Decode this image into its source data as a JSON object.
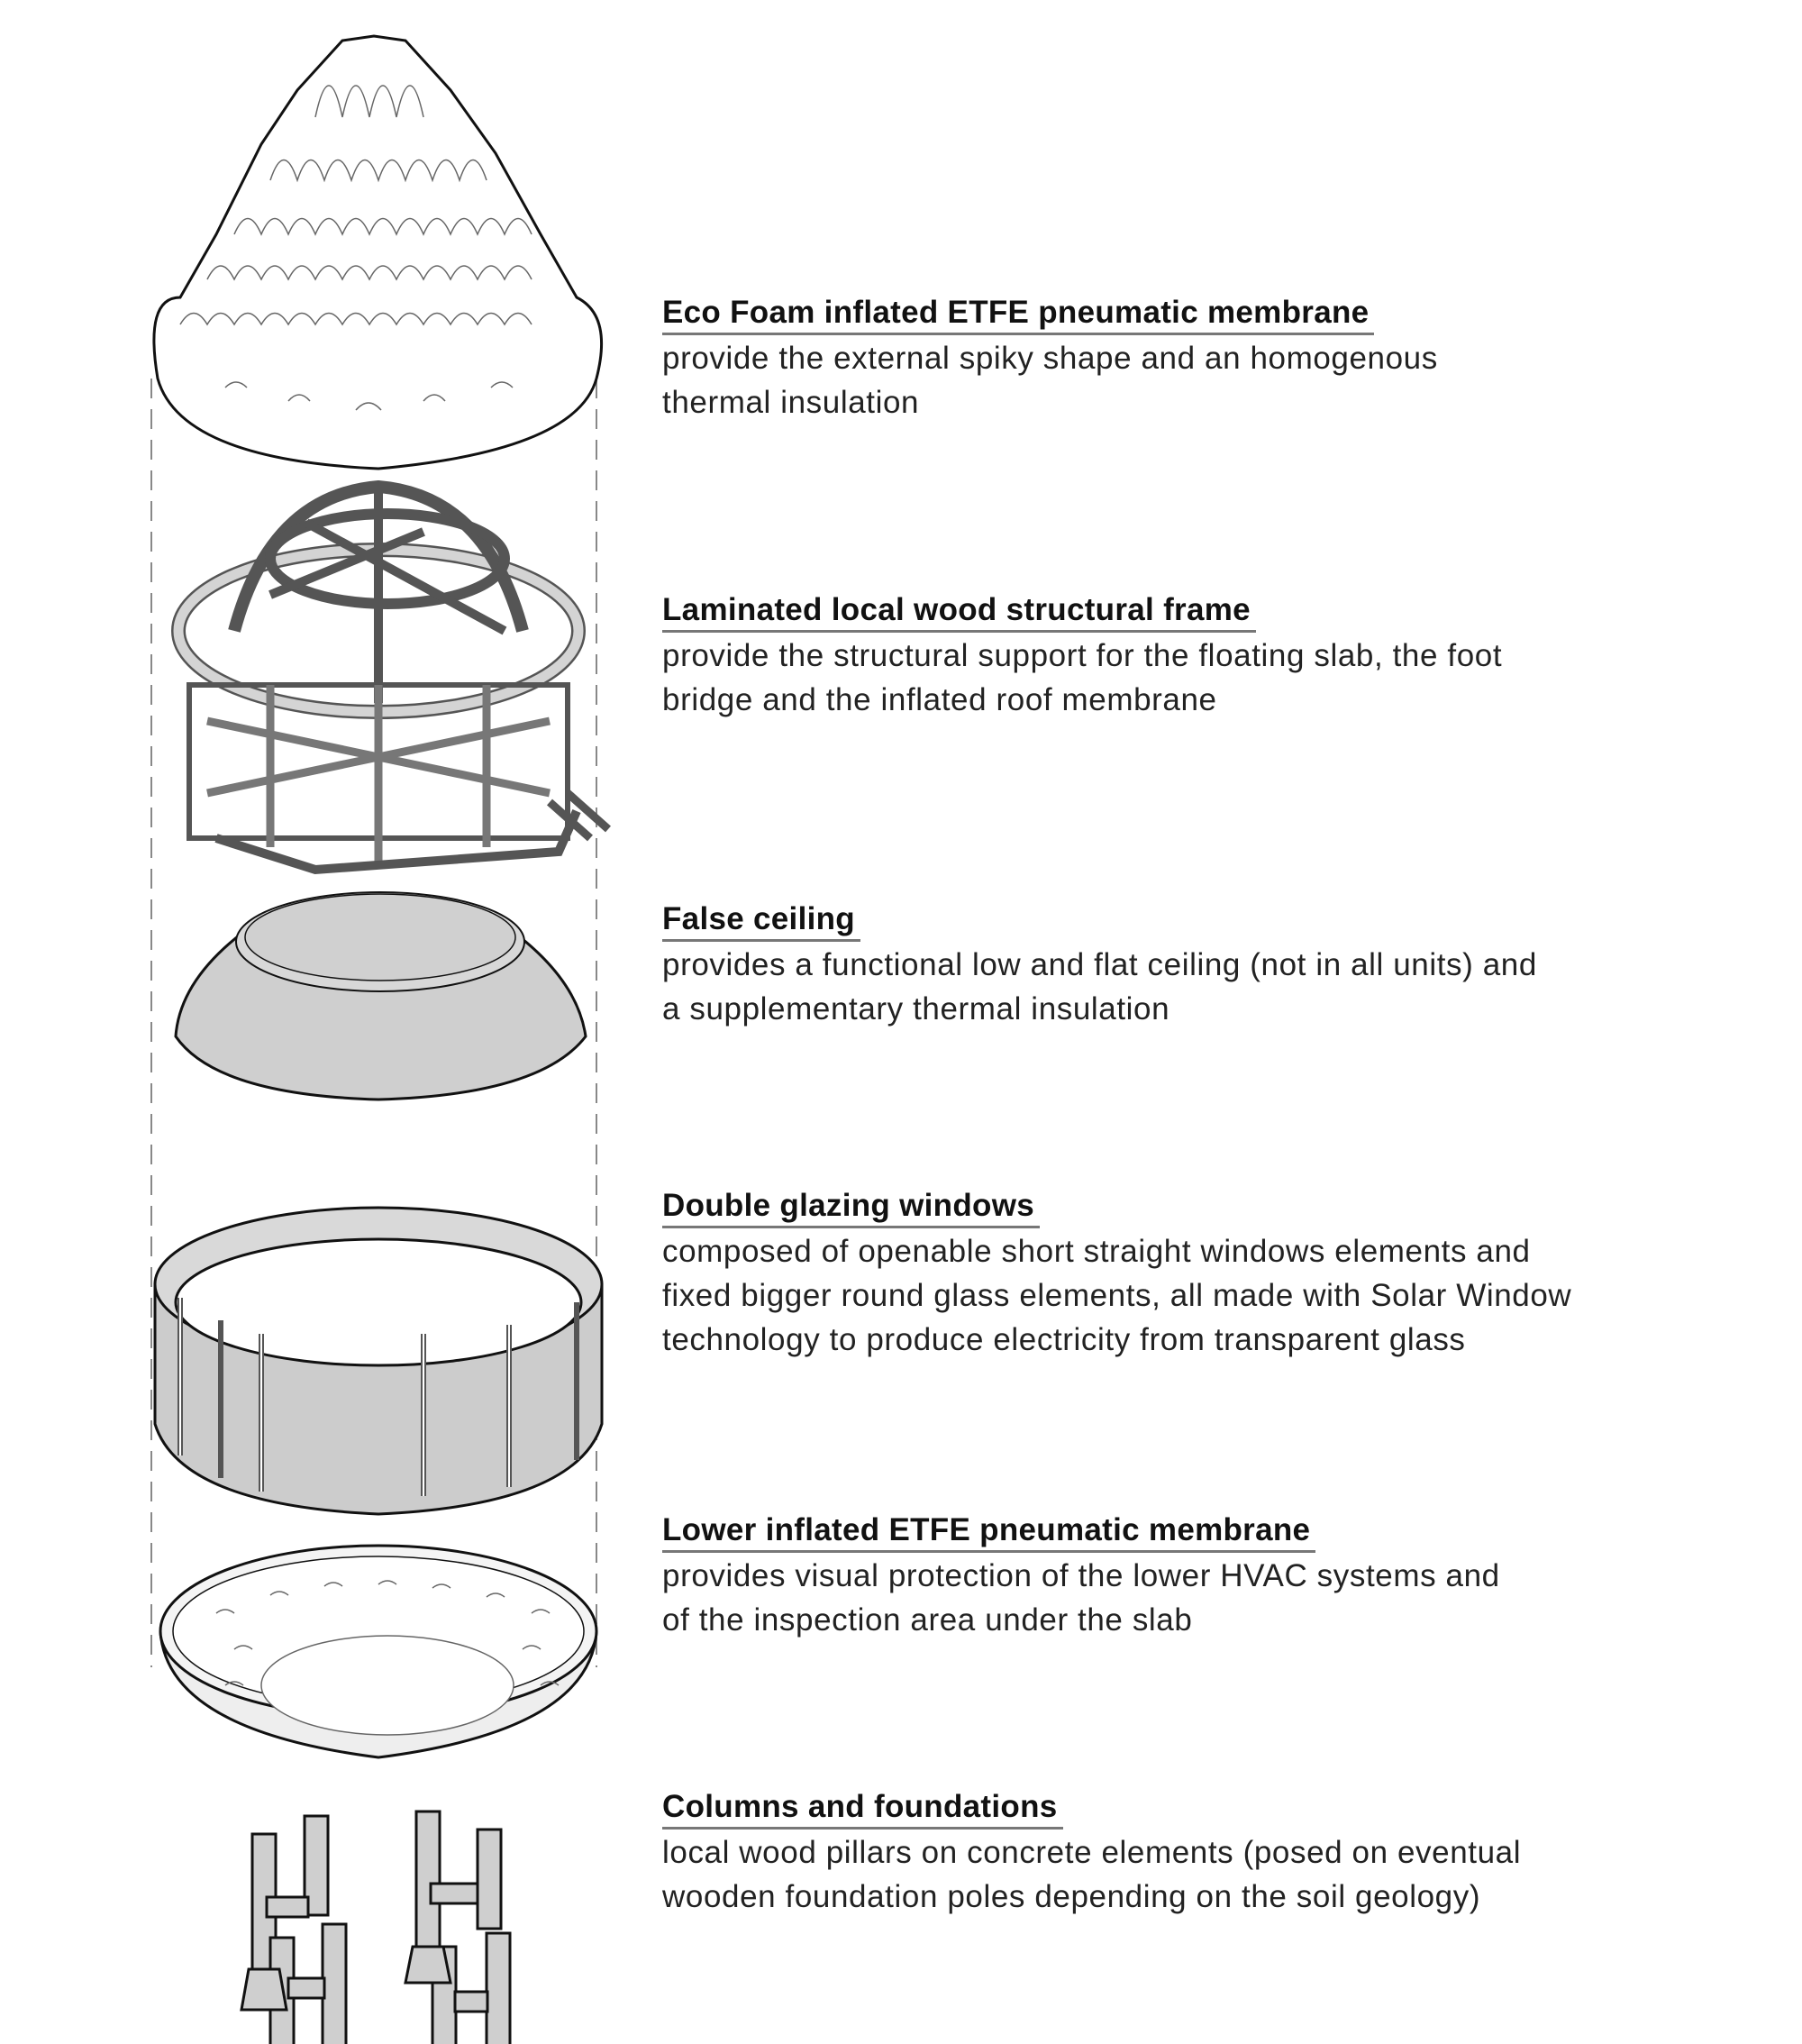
{
  "diagram": {
    "type": "exploded-axonometric",
    "subject": "spiky pod housing unit layers",
    "layers": [
      {
        "title": "Eco Foam inflated ETFE pneumatic membrane",
        "lines": [
          "provide the external spiky shape and an homogenous",
          "thermal insulation"
        ],
        "icon": "spiky-dome-icon"
      },
      {
        "title": "Laminated local wood structural frame",
        "lines": [
          "provide the structural support for the floating slab, the foot",
          "bridge and the inflated roof membrane"
        ],
        "icon": "wood-frame-icon"
      },
      {
        "title": "False ceiling",
        "lines": [
          "provides a functional low and flat ceiling (not in all units) and",
          "a supplementary thermal insulation"
        ],
        "icon": "false-ceiling-icon"
      },
      {
        "title": "Double glazing windows",
        "lines": [
          "composed of openable short straight windows elements and",
          "fixed bigger round glass elements, all made with Solar Window",
          "technology to produce electricity from transparent glass"
        ],
        "icon": "glazing-ring-icon"
      },
      {
        "title": "Lower inflated ETFE pneumatic membrane",
        "lines": [
          "provides visual protection of the lower HVAC systems and",
          "of the inspection area under the slab"
        ],
        "icon": "lower-membrane-icon"
      },
      {
        "title": "Columns and foundations",
        "lines": [
          "local wood pillars on concrete elements (posed on eventual",
          "wooden foundation poles depending on the soil geology)"
        ],
        "icon": "columns-icon"
      }
    ],
    "colors": {
      "line": "#111111",
      "fill_grey": "#cfcfcf",
      "dashed_guide": "#888888",
      "underline": "#777777"
    }
  }
}
